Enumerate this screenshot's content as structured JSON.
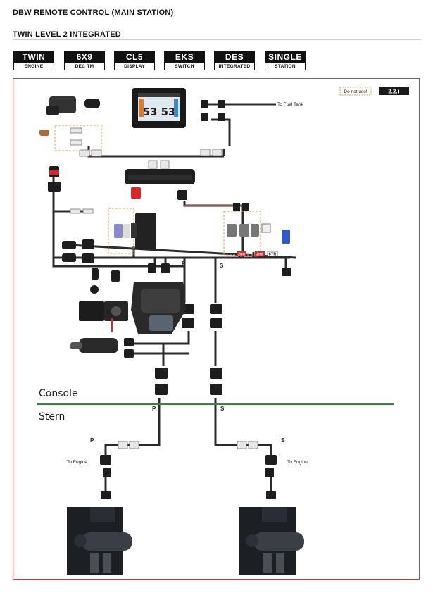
{
  "header": {
    "title": "DBW REMOTE CONTROL (MAIN STATION)",
    "subtitle": "TWIN LEVEL 2 INTEGRATED"
  },
  "badges": [
    {
      "top": "TWIN",
      "bottom": "ENGINE"
    },
    {
      "top": "6X9",
      "bottom": "DEC TM"
    },
    {
      "top": "CL5",
      "bottom": "DISPLAY"
    },
    {
      "top": "EKS",
      "bottom": "SWITCH"
    },
    {
      "top": "DES",
      "bottom": "INTEGRATED"
    },
    {
      "top": "SINGLE",
      "bottom": "STATION"
    }
  ],
  "diagram": {
    "do_not_use": "Do not use!",
    "version": "2.2.i",
    "fuel_tank": "To Fuel Tank",
    "display_value_left": "53",
    "display_value_right": "53",
    "tag_2nd_a": "2nd",
    "tag_2nd_b": "2nd",
    "tag_6yr": "6YR",
    "port": "P",
    "starboard": "S",
    "console": "Console",
    "stern": "Stern",
    "to_engine_left": "To Engine",
    "to_engine_right": "To Engine"
  },
  "colors": {
    "frame": "#d9343a",
    "divider": "#2e8b3e",
    "harness": "#2b2b2b",
    "dash": "#e0a040"
  }
}
